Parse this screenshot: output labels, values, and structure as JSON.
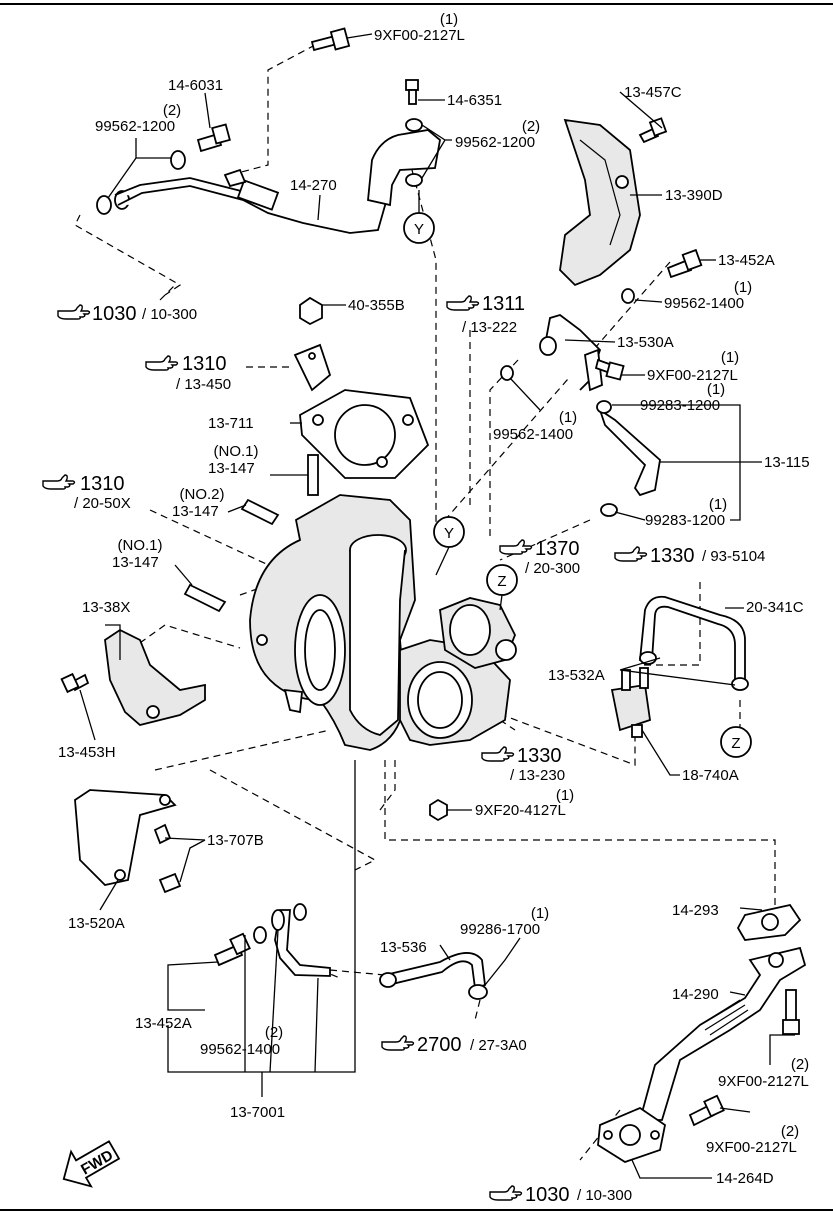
{
  "parts": [
    {
      "id": "p1",
      "label": "9XF00-2127L",
      "qty": "(1)"
    },
    {
      "id": "p2",
      "label": "14-6031",
      "qty": ""
    },
    {
      "id": "p3",
      "label": "99562-1200",
      "qty": "(2)"
    },
    {
      "id": "p4",
      "label": "14-6351",
      "qty": ""
    },
    {
      "id": "p5",
      "label": "99562-1200",
      "qty": "(2)"
    },
    {
      "id": "p6",
      "label": "13-457C",
      "qty": ""
    },
    {
      "id": "p7",
      "label": "14-270",
      "qty": ""
    },
    {
      "id": "p8",
      "label": "13-390D",
      "qty": ""
    },
    {
      "id": "p9",
      "label": "13-452A",
      "qty": ""
    },
    {
      "id": "p10",
      "label": "99562-1400",
      "qty": "(1)"
    },
    {
      "id": "p11",
      "label": "40-355B",
      "qty": ""
    },
    {
      "id": "p12",
      "label": "13-530A",
      "qty": ""
    },
    {
      "id": "p13",
      "label": "9XF00-2127L",
      "qty": "(1)"
    },
    {
      "id": "p14",
      "label": "99283-1200",
      "qty": "(1)"
    },
    {
      "id": "p15",
      "label": "13-711",
      "qty": ""
    },
    {
      "id": "p16",
      "label": "99562-1400",
      "qty": "(1)"
    },
    {
      "id": "p17",
      "label": "13-115",
      "qty": ""
    },
    {
      "id": "p18",
      "label": "13-147",
      "qty": "(NO.1)"
    },
    {
      "id": "p19",
      "label": "13-147",
      "qty": "(NO.2)"
    },
    {
      "id": "p20",
      "label": "99283-1200",
      "qty": "(1)"
    },
    {
      "id": "p21",
      "label": "13-147",
      "qty": "(NO.1)"
    },
    {
      "id": "p22",
      "label": "20-341C",
      "qty": ""
    },
    {
      "id": "p23",
      "label": "13-38X",
      "qty": ""
    },
    {
      "id": "p24",
      "label": "13-532A",
      "qty": ""
    },
    {
      "id": "p25",
      "label": "13-453H",
      "qty": ""
    },
    {
      "id": "p26",
      "label": "18-740A",
      "qty": ""
    },
    {
      "id": "p27",
      "label": "9XF20-4127L",
      "qty": "(1)"
    },
    {
      "id": "p28",
      "label": "13-707B",
      "qty": ""
    },
    {
      "id": "p29",
      "label": "13-520A",
      "qty": ""
    },
    {
      "id": "p30",
      "label": "14-293",
      "qty": ""
    },
    {
      "id": "p31",
      "label": "99286-1700",
      "qty": "(1)"
    },
    {
      "id": "p32",
      "label": "13-536",
      "qty": ""
    },
    {
      "id": "p33",
      "label": "14-290",
      "qty": ""
    },
    {
      "id": "p34",
      "label": "13-452A",
      "qty": ""
    },
    {
      "id": "p35",
      "label": "99562-1400",
      "qty": "(2)"
    },
    {
      "id": "p36",
      "label": "9XF00-2127L",
      "qty": "(2)"
    },
    {
      "id": "p37",
      "label": "9XF00-2127L",
      "qty": "(2)"
    },
    {
      "id": "p38",
      "label": "13-7001",
      "qty": ""
    },
    {
      "id": "p39",
      "label": "14-264D",
      "qty": ""
    }
  ],
  "refs": [
    {
      "id": "r1",
      "num": "1030",
      "sub": "/ 10-300"
    },
    {
      "id": "r2",
      "num": "1311",
      "sub": "/ 13-222"
    },
    {
      "id": "r3",
      "num": "1310",
      "sub": "/ 13-450"
    },
    {
      "id": "r4",
      "num": "1310",
      "sub": "/ 20-50X"
    },
    {
      "id": "r5",
      "num": "1370",
      "sub": "/ 20-300"
    },
    {
      "id": "r6",
      "num": "1330",
      "sub": "/ 93-5104"
    },
    {
      "id": "r7",
      "num": "1330",
      "sub": "/ 13-230"
    },
    {
      "id": "r8",
      "num": "2700",
      "sub": "/ 27-3A0"
    },
    {
      "id": "r9",
      "num": "1030",
      "sub": "/ 10-300"
    }
  ],
  "markers": {
    "y1": "Y",
    "y2": "Y",
    "z1": "Z",
    "z2": "Z"
  },
  "fwd": "FWD"
}
